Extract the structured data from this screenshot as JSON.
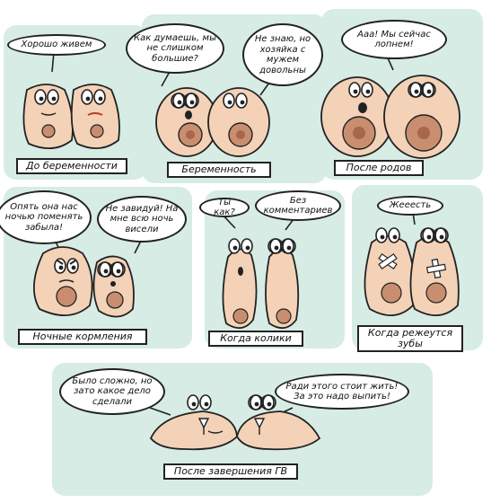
{
  "colors": {
    "panel_bg": "#d6ece4",
    "skin": "#f3d2b8",
    "skin_dark": "#e3b398",
    "areola": "#c88e6f",
    "nipple": "#a8664b",
    "ink": "#222222"
  },
  "panels": {
    "before_pregnancy": {
      "bubble": "Хорошо живем",
      "caption": "До беременности"
    },
    "pregnancy": {
      "bubble_1": "Как думаешь, мы не слишком большие?",
      "bubble_2": "Не знаю, но хозяйка с мужем довольны",
      "caption": "Беременность"
    },
    "after_birth": {
      "bubble": "Ааа! Мы сейчас лопнем!",
      "caption": "После родов"
    },
    "night_feeding": {
      "bubble_1": "Опять она нас ночью поменять забыла!",
      "bubble_2": "Не завидуй! На мне всю ночь висели",
      "caption": "Ночные кормления"
    },
    "colic": {
      "bubble_1": "Ты как?",
      "bubble_2": "Без комментариев",
      "caption": "Когда колики"
    },
    "teething": {
      "bubble": "Жееесть",
      "caption": "Когда режеутся зубы"
    },
    "after_breastfeeding": {
      "bubble_1": "Было сложно, но зато какое дело сделали",
      "bubble_2": "Ради этого стоит жить! За это надо выпить!",
      "caption": "После завершения ГВ"
    }
  }
}
